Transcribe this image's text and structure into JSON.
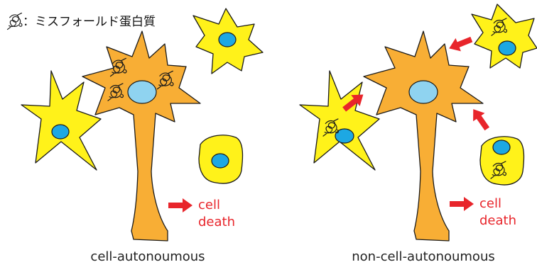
{
  "legend": {
    "text": "：ミスフォールド蛋白質",
    "icon": "misfolded-protein-icon"
  },
  "panels": [
    {
      "caption": "cell-autonoumous",
      "death_line1": "cell",
      "death_line2": "death"
    },
    {
      "caption": "non-cell-autonoumous",
      "death_line1": "cell",
      "death_line2": "death"
    }
  ],
  "colors": {
    "neuron": "#F8AE35",
    "glia": "#FFF21A",
    "nucleus": "#1DA8E3",
    "neuron_nucleus": "#8FD3F0",
    "arrow": "#E8252B",
    "outline": "#1a1a1a"
  }
}
